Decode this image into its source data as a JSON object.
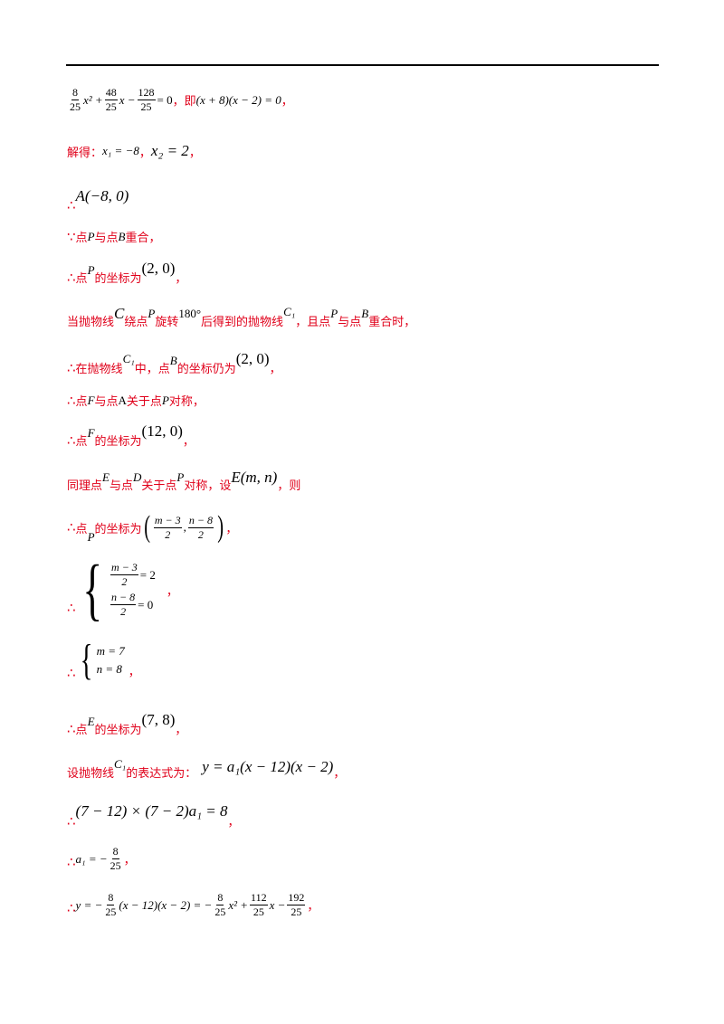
{
  "lines": {
    "l1": {
      "eq_a": "x² +",
      "eq_b": "x −",
      "eq_c": "= 0",
      "sep": "，即",
      "factored": "(x + 8)(x − 2) = 0",
      "end": "，",
      "f1": {
        "n": "8",
        "d": "25"
      },
      "f2": {
        "n": "48",
        "d": "25"
      },
      "f3": {
        "n": "128",
        "d": "25"
      }
    },
    "l2": {
      "label": "解得：",
      "x1": "x₁ = −8",
      "sep": "，",
      "x2": "x₂ = 2",
      "end": "，"
    },
    "l3": {
      "sym": "∴",
      "expr": "A(−8, 0)"
    },
    "l4": {
      "sym": "∵",
      "text_a": "点",
      "p": "P",
      "text_b": "与点",
      "b": "B",
      "text_c": "重合，"
    },
    "l5": {
      "sym": "∴",
      "text_a": "点",
      "p": "P",
      "text_b": "的坐标为",
      "coord": "(2, 0)",
      "end": "，"
    },
    "l6": {
      "text_a": "当抛物线",
      "c": "C",
      "text_b": "绕点",
      "p": "P",
      "text_c": "旋转",
      "deg": "180°",
      "text_d": "后得到的抛物线",
      "c1": "C₁",
      "text_e": "，且点",
      "p2": "P",
      "text_f": "与点",
      "b": "B",
      "text_g": "重合时，"
    },
    "l7": {
      "sym": "∴",
      "text_a": "在抛物线",
      "c1": "C₁",
      "text_b": "中，点",
      "b": "B",
      "text_c": "的坐标仍为",
      "coord": "(2, 0)",
      "end": "，"
    },
    "l8": {
      "sym": "∴",
      "text_a": "点",
      "f": "F",
      "text_b": "与点",
      "a": "A",
      "text_c": "关于点",
      "p": "P",
      "text_d": "对称，"
    },
    "l9": {
      "sym": "∴",
      "text_a": "点",
      "f": "F",
      "text_b": "的坐标为",
      "coord": "(12, 0)",
      "end": "，"
    },
    "l10": {
      "text_a": "同理点",
      "e": "E",
      "text_b": "与点",
      "d": "D",
      "text_c": "关于点",
      "p": "P",
      "text_d": "对称，设",
      "expr": "E(m, n)",
      "text_e": "，则"
    },
    "l11": {
      "sym": "∴",
      "text_a": "点",
      "p": "P",
      "text_b": "的坐标为",
      "f1": {
        "n": "m − 3",
        "d": "2"
      },
      "comma": ",",
      "f2": {
        "n": "n − 8",
        "d": "2"
      },
      "end": "，"
    },
    "l12": {
      "sym": "∴",
      "f1": {
        "n": "m − 3",
        "d": "2"
      },
      "eq1": "= 2",
      "f2": {
        "n": "n − 8",
        "d": "2"
      },
      "eq2": "= 0",
      "end": "，"
    },
    "l13": {
      "sym": "∴",
      "r1": "m = 7",
      "r2": "n = 8",
      "end": "，"
    },
    "l14": {
      "sym": "∴",
      "text_a": "点",
      "e": "E",
      "text_b": "的坐标为",
      "coord": "(7, 8)",
      "end": "，"
    },
    "l15": {
      "text_a": "设抛物线",
      "c1": "C₁",
      "text_b": "的表达式为：",
      "expr": "y = a₁(x − 12)(x − 2)",
      "end": "，"
    },
    "l16": {
      "sym": "∴",
      "expr": "(7 − 12) × (7 − 2)a₁ = 8",
      "end": "，"
    },
    "l17": {
      "sym": "∴",
      "lhs": "a₁ = −",
      "f": {
        "n": "8",
        "d": "25"
      },
      "end": "，"
    },
    "l18": {
      "sym": "∴",
      "a": "y = −",
      "f1": {
        "n": "8",
        "d": "25"
      },
      "b": "(x − 12)(x − 2) = −",
      "f2": {
        "n": "8",
        "d": "25"
      },
      "c": "x² +",
      "f3": {
        "n": "112",
        "d": "25"
      },
      "d": "x −",
      "f4": {
        "n": "192",
        "d": "25"
      },
      "end": "，"
    }
  }
}
